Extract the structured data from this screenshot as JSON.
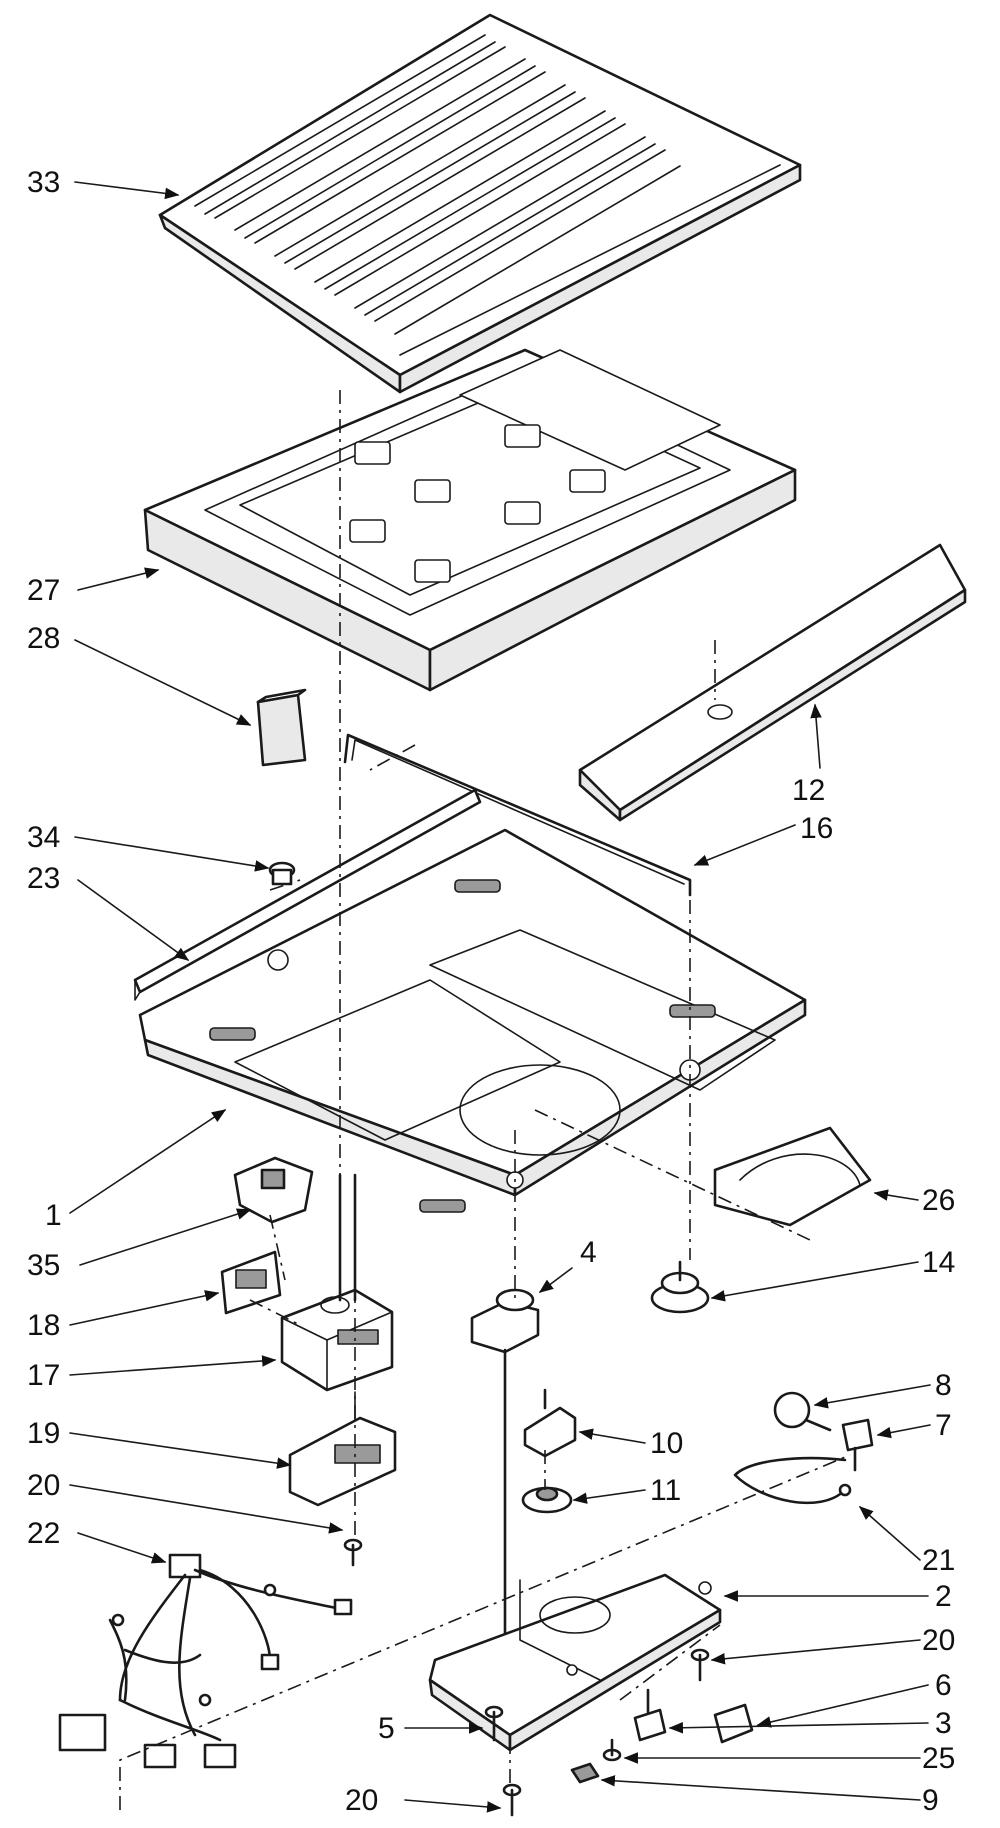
{
  "callouts": [
    {
      "id": "c33",
      "label": "33"
    },
    {
      "id": "c27",
      "label": "27"
    },
    {
      "id": "c28",
      "label": "28"
    },
    {
      "id": "c12",
      "label": "12"
    },
    {
      "id": "c16",
      "label": "16"
    },
    {
      "id": "c34",
      "label": "34"
    },
    {
      "id": "c23",
      "label": "23"
    },
    {
      "id": "c1",
      "label": "1"
    },
    {
      "id": "c26",
      "label": "26"
    },
    {
      "id": "c35",
      "label": "35"
    },
    {
      "id": "c4",
      "label": "4"
    },
    {
      "id": "c14",
      "label": "14"
    },
    {
      "id": "c18",
      "label": "18"
    },
    {
      "id": "c17",
      "label": "17"
    },
    {
      "id": "c8",
      "label": "8"
    },
    {
      "id": "c7",
      "label": "7"
    },
    {
      "id": "c10",
      "label": "10"
    },
    {
      "id": "c19",
      "label": "19"
    },
    {
      "id": "c11",
      "label": "11"
    },
    {
      "id": "c20a",
      "label": "20"
    },
    {
      "id": "c21",
      "label": "21"
    },
    {
      "id": "c22",
      "label": "22"
    },
    {
      "id": "c2",
      "label": "2"
    },
    {
      "id": "c20b",
      "label": "20"
    },
    {
      "id": "c6",
      "label": "6"
    },
    {
      "id": "c5",
      "label": "5"
    },
    {
      "id": "c3",
      "label": "3"
    },
    {
      "id": "c25",
      "label": "25"
    },
    {
      "id": "c20c",
      "label": "20"
    },
    {
      "id": "c9",
      "label": "9"
    }
  ]
}
